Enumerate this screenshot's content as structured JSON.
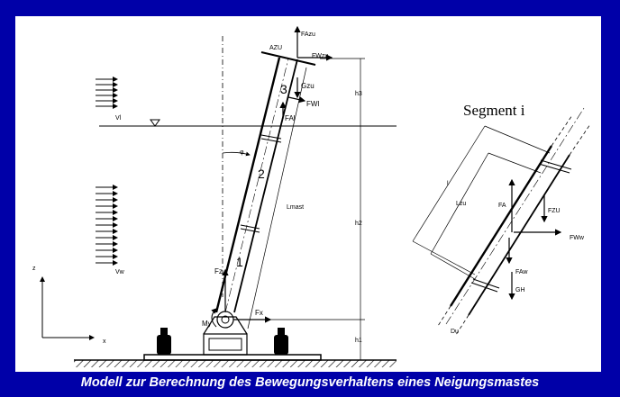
{
  "caption": "Modell zur Berechnung des Bewegungsverhaltens eines Neigungsmastes",
  "segment_title": "Segment i",
  "labels": {
    "AZU": "AZU",
    "FAzu": "FAzu",
    "FWzu": "FWzu",
    "Gzu": "Gzu",
    "FWl": "FWl",
    "FAl": "FAl",
    "Vl": "Vl",
    "Vw": "Vw",
    "phi": "φ",
    "Lmast": "Lmast",
    "Fz": "Fz",
    "Fx": "Fx",
    "My": "My",
    "h1": "h1",
    "h2": "h2",
    "h3": "h3",
    "z": "z",
    "x": "x",
    "seg1": "1",
    "seg2": "2",
    "seg3": "3",
    "Lzu": "Lzu",
    "FA": "FA",
    "FZU": "FZU",
    "FWw": "FWw",
    "FAw": "FAw",
    "GH": "GH",
    "Du": "Du",
    "l": "l"
  },
  "colors": {
    "frame": "#0000a8",
    "panel": "#ffffff",
    "ink": "#000000"
  }
}
